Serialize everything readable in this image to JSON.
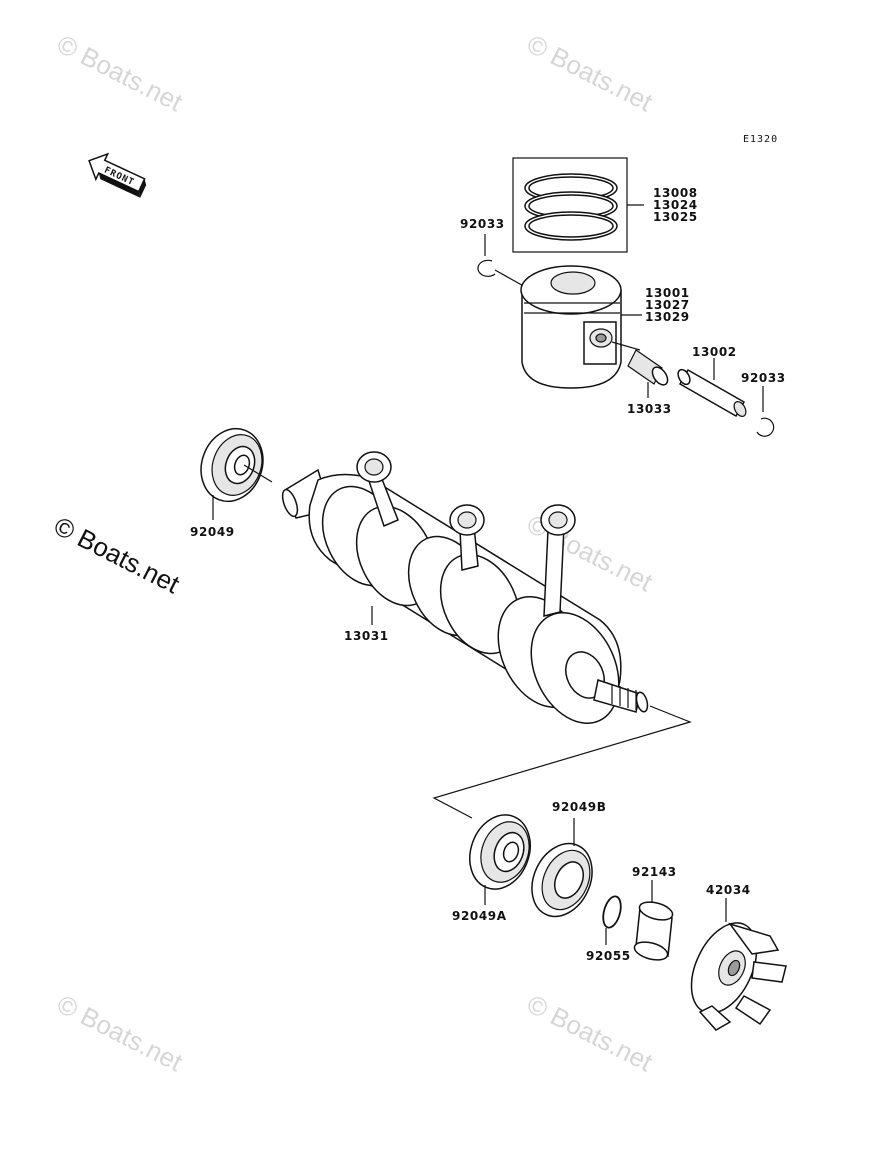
{
  "diagram_code": "E1320",
  "front_arrow_label": "FRONT",
  "watermark_text": "© Boats.net",
  "parts": {
    "piston_ring_set": [
      "13008",
      "13024",
      "13025"
    ],
    "piston": [
      "13001",
      "13027",
      "13029"
    ],
    "circlip_left": "92033",
    "circlip_right": "92033",
    "piston_pin": "13002",
    "needle_bearing": "13033",
    "oil_seal_left": "92049",
    "crankshaft": "13031",
    "oil_seal_a": "92049A",
    "oil_seal_b": "92049B",
    "o_ring": "92055",
    "collar": "92143",
    "coupling": "42034"
  }
}
